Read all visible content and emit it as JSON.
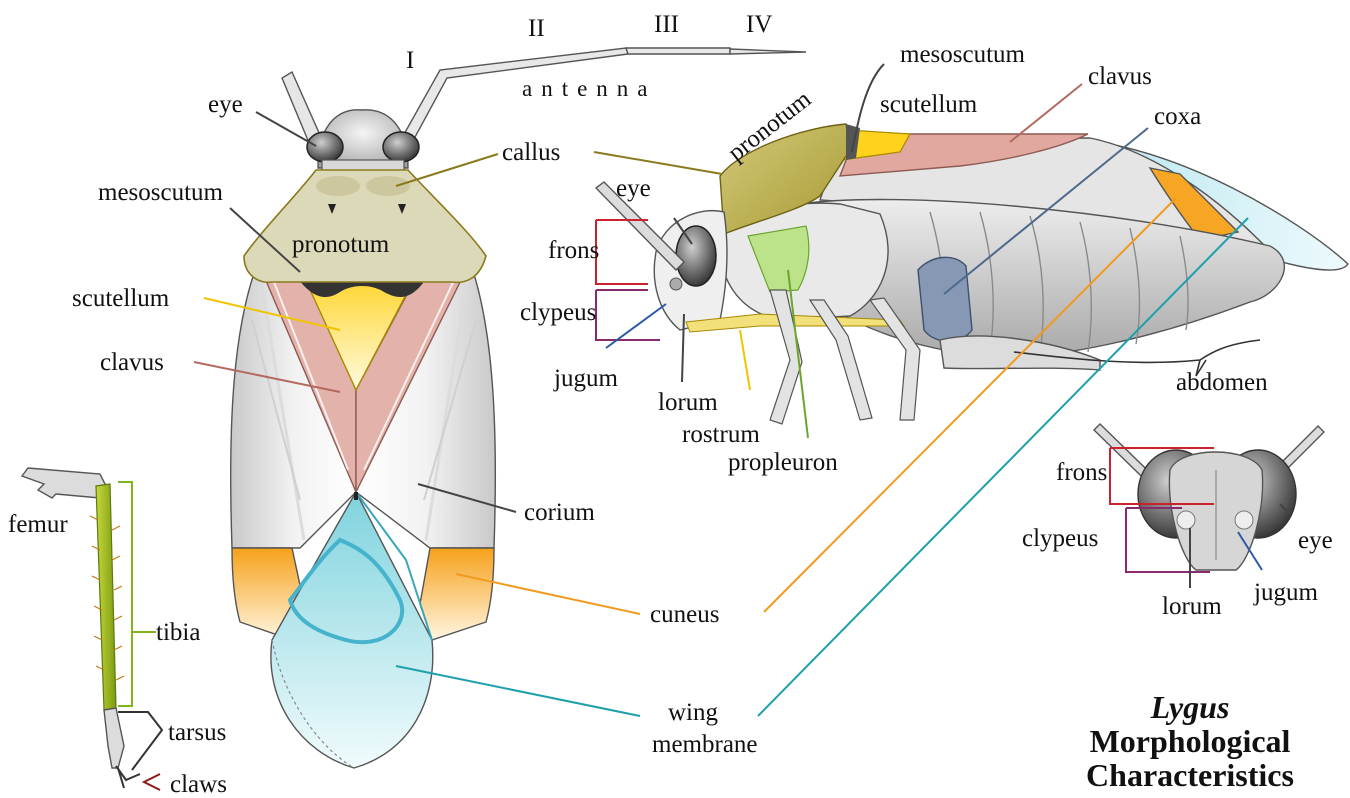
{
  "title": {
    "genus": "Lygus",
    "line1": "Morphological",
    "line2": "Characteristics"
  },
  "antenna": {
    "word": "antenna",
    "segments": [
      "I",
      "II",
      "III",
      "IV"
    ]
  },
  "dorsal_view": {
    "eye": "eye",
    "mesoscutum": "mesoscutum",
    "pronotum": "pronotum",
    "scutellum": "scutellum",
    "clavus": "clavus",
    "callus": "callus",
    "corium": "corium",
    "cuneus": "cuneus",
    "wing_membrane_line1": "wing",
    "wing_membrane_line2": "membrane"
  },
  "leg_view": {
    "femur": "femur",
    "tibia": "tibia",
    "tarsus": "tarsus",
    "claws": "claws"
  },
  "lateral_view": {
    "pronotum": "pronotum",
    "mesoscutum": "mesoscutum",
    "scutellum": "scutellum",
    "clavus": "clavus",
    "coxa": "coxa",
    "eye": "eye",
    "frons": "frons",
    "clypeus": "clypeus",
    "jugum": "jugum",
    "lorum": "lorum",
    "rostrum": "rostrum",
    "propleuron": "propleuron",
    "abdomen": "abdomen"
  },
  "head_view": {
    "frons": "frons",
    "clypeus": "clypeus",
    "eye": "eye",
    "lorum": "lorum",
    "jugum": "jugum"
  },
  "colors": {
    "pronotum": "#dcd9b8",
    "scutellum": "#ffe34a",
    "clavus": "#e3b3ab",
    "cuneus": "#f6a623",
    "membrane": "#9fdde6",
    "callus_leader": "#8a7a1d",
    "scutellum_leader": "#f0c400",
    "clavus_leader": "#b46a5e",
    "cuneus_leader": "#f29a1f",
    "membrane_leader": "#1ea0ab",
    "frons_bracket": "#cc2230",
    "clypeus_bracket": "#8a2a6e",
    "jugum_leader": "#2d5aa8",
    "coxa_leader": "#4d6a8c",
    "propleuron_leader": "#6aa52e",
    "tibia_bracket": "#7fb51f",
    "claws_mark": "#8b1a1a"
  }
}
